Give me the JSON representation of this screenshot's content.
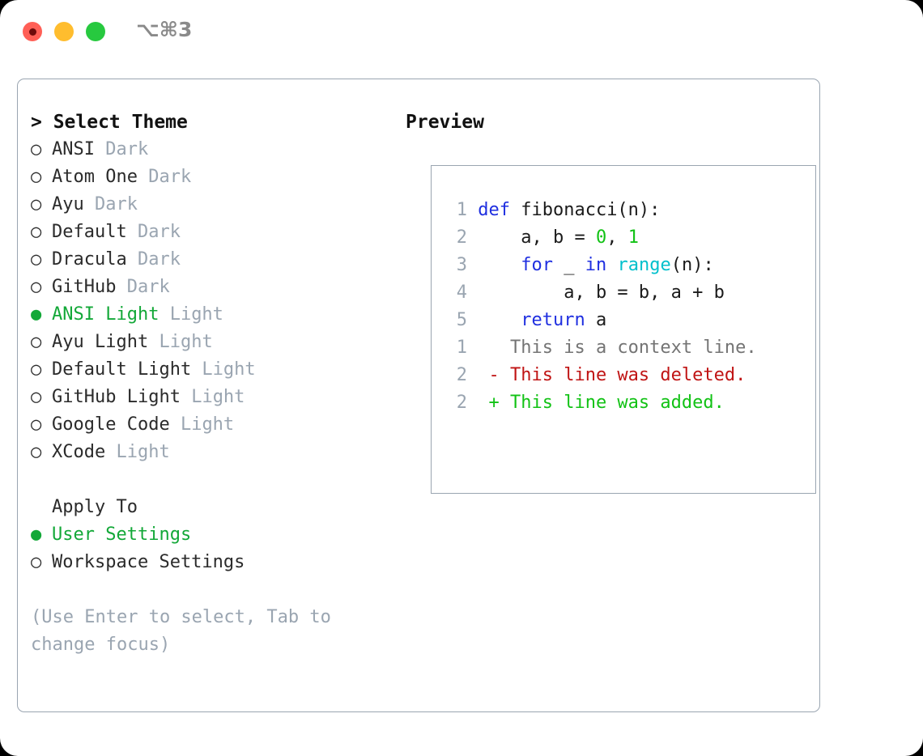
{
  "titlebar": {
    "traffic_lights": [
      {
        "name": "close-recording-dot",
        "color": "#ff5f56"
      },
      {
        "name": "minimize-dot",
        "color": "#ffbd2e"
      },
      {
        "name": "maximize-dot",
        "color": "#27c93f"
      }
    ],
    "shortcut": "⌥⌘3"
  },
  "left": {
    "header": "> Select Theme",
    "themes": [
      {
        "marker": "○",
        "selected": false,
        "name": "ANSI",
        "kind": "Dark"
      },
      {
        "marker": "○",
        "selected": false,
        "name": "Atom One",
        "kind": "Dark"
      },
      {
        "marker": "○",
        "selected": false,
        "name": "Ayu",
        "kind": "Dark"
      },
      {
        "marker": "○",
        "selected": false,
        "name": "Default",
        "kind": "Dark"
      },
      {
        "marker": "○",
        "selected": false,
        "name": "Dracula",
        "kind": "Dark"
      },
      {
        "marker": "○",
        "selected": false,
        "name": "GitHub",
        "kind": "Dark"
      },
      {
        "marker": "●",
        "selected": true,
        "name": "ANSI Light",
        "kind": "Light"
      },
      {
        "marker": "○",
        "selected": false,
        "name": "Ayu Light",
        "kind": "Light"
      },
      {
        "marker": "○",
        "selected": false,
        "name": "Default Light",
        "kind": "Light"
      },
      {
        "marker": "○",
        "selected": false,
        "name": "GitHub Light",
        "kind": "Light"
      },
      {
        "marker": "○",
        "selected": false,
        "name": "Google Code",
        "kind": "Light"
      },
      {
        "marker": "○",
        "selected": false,
        "name": "XCode",
        "kind": "Light"
      }
    ],
    "apply_to_header": "Apply To",
    "apply_to": [
      {
        "marker": "●",
        "selected": true,
        "name": "User Settings"
      },
      {
        "marker": "○",
        "selected": false,
        "name": "Workspace Settings"
      }
    ],
    "hint": "(Use Enter to select, Tab to change focus)"
  },
  "right": {
    "header": "Preview",
    "code_lines": [
      {
        "num": "1",
        "tokens": [
          {
            "t": "def",
            "c": "kw"
          },
          {
            "t": " fibonacci(n):",
            "c": "txt"
          }
        ]
      },
      {
        "num": "2",
        "tokens": [
          {
            "t": "    a, b = ",
            "c": "txt"
          },
          {
            "t": "0",
            "c": "num"
          },
          {
            "t": ", ",
            "c": "txt"
          },
          {
            "t": "1",
            "c": "num"
          }
        ]
      },
      {
        "num": "3",
        "tokens": [
          {
            "t": "    ",
            "c": "txt"
          },
          {
            "t": "for",
            "c": "kw"
          },
          {
            "t": " _ ",
            "c": "txt"
          },
          {
            "t": "in",
            "c": "kw"
          },
          {
            "t": " ",
            "c": "txt"
          },
          {
            "t": "range",
            "c": "fn"
          },
          {
            "t": "(n):",
            "c": "txt"
          }
        ]
      },
      {
        "num": "4",
        "tokens": [
          {
            "t": "        a, b = b, a + b",
            "c": "txt"
          }
        ]
      },
      {
        "num": "5",
        "tokens": [
          {
            "t": "    ",
            "c": "txt"
          },
          {
            "t": "return",
            "c": "kw"
          },
          {
            "t": " a",
            "c": "txt"
          }
        ]
      }
    ],
    "diff_lines": [
      {
        "num": "1",
        "sign": "  ",
        "text": "This is a context line.",
        "kind": "ctx"
      },
      {
        "num": "2",
        "sign": "- ",
        "text": "This line was deleted.",
        "kind": "del"
      },
      {
        "num": "2",
        "sign": "+ ",
        "text": "This line was added.",
        "kind": "add"
      }
    ]
  },
  "colors": {
    "accent_green": "#13a838",
    "muted": "#9aa5b1",
    "keyword": "#1f2fe0",
    "function": "#00c0cc",
    "number": "#12c215",
    "diff_delete": "#c01414",
    "diff_add": "#12c215",
    "border": "#9aa5b1"
  }
}
